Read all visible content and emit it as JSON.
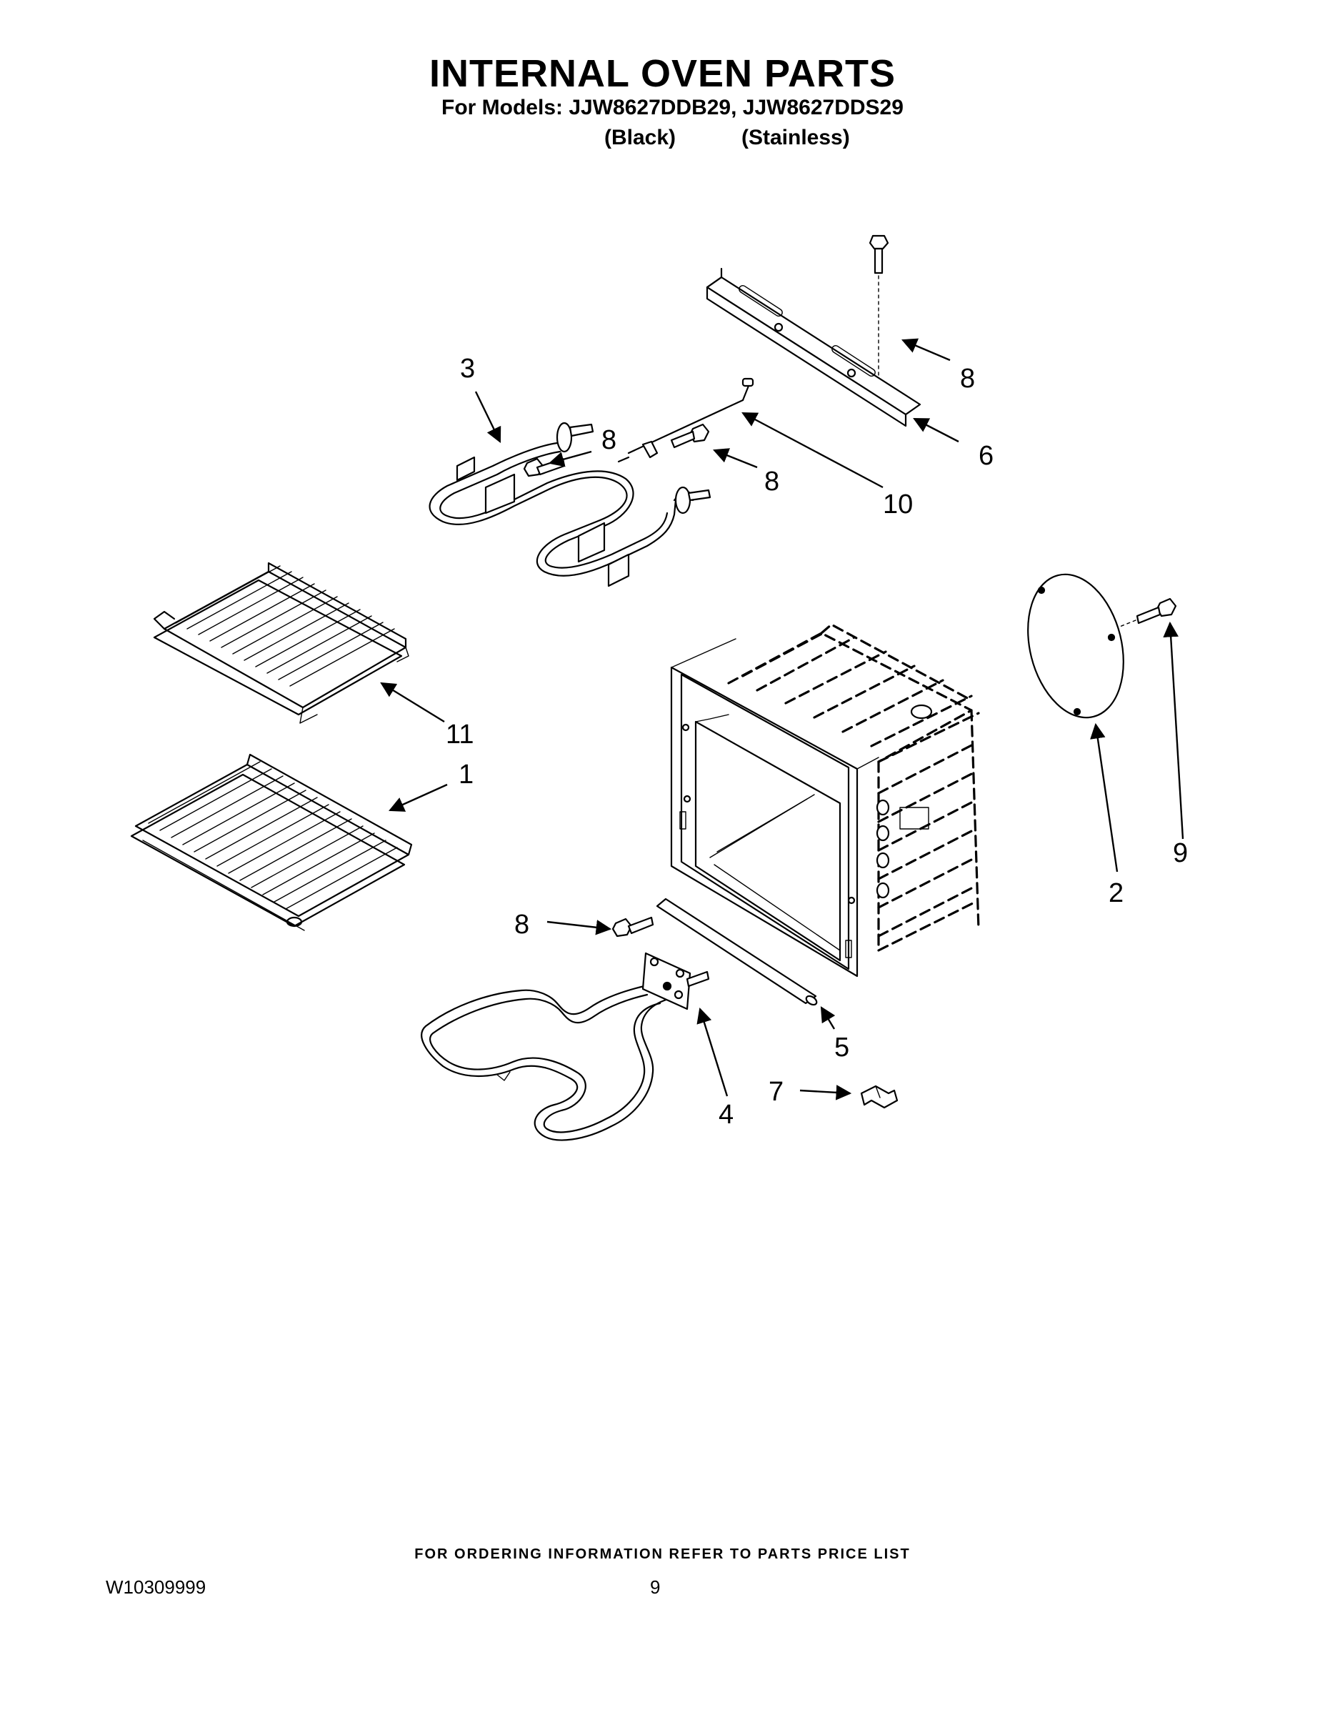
{
  "header": {
    "title": "INTERNAL OVEN PARTS",
    "models_line": "For Models: JJW8627DDB29, JJW8627DDS29",
    "variant_black": "(Black)",
    "variant_stainless": "(Stainless)"
  },
  "callouts": {
    "c1": "1",
    "c2": "2",
    "c3": "3",
    "c4": "4",
    "c5": "5",
    "c6": "6",
    "c7": "7",
    "c8a": "8",
    "c8b": "8",
    "c8c": "8",
    "c8d": "8",
    "c9": "9",
    "c10": "10",
    "c11": "11"
  },
  "footer": {
    "ordering_note": "FOR ORDERING INFORMATION REFER TO PARTS PRICE LIST",
    "document_number": "W10309999",
    "page_number": "9"
  }
}
